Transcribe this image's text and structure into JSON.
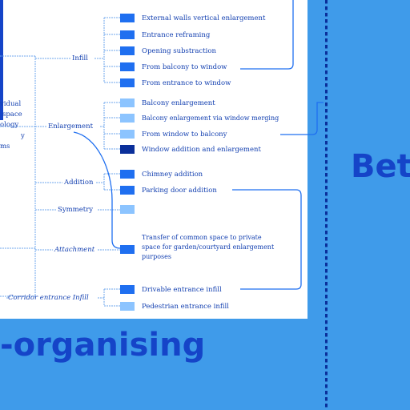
{
  "colors": {
    "background": "#3f9bea",
    "panel": "#ffffff",
    "text": "#123fb0",
    "heading": "#1544c8",
    "dark": "#0a2f9a",
    "mid": "#1f6ff0",
    "light": "#8cc4ff"
  },
  "headings": {
    "bottom_left": "-organising",
    "right": "Bet"
  },
  "left_fragment": [
    "vidual",
    "space",
    "ology",
    "y",
    "ms"
  ],
  "categories": {
    "infill": "Infill",
    "enlargement": "Enlargement",
    "addition": "Addition",
    "symmetry": "Symmetry",
    "attachment": "Attachment",
    "corridor_infill": "Corridor entrance Infill"
  },
  "items": {
    "exterior_walls": "External walls vertical enlargement",
    "entrance_reframing": "Entrance reframing",
    "opening_substraction": "Opening substraction",
    "balcony_to_window": "From balcony to window",
    "entrance_to_window": "From entrance to window",
    "balcony_enlargement": "Balcony enlargement",
    "balcony_via_window": "Balcony enlargement via window merging",
    "window_to_balcony": "From window to balcony",
    "window_addition": "Window addition and enlargement",
    "chimney_addition": "Chimney addition",
    "parking_door": "Parking door addition",
    "transfer_common": [
      "Transfer of common space to private",
      "space for garden/courtyard enlargement",
      "purposes"
    ],
    "drivable_infill": "Drivable entrance infill",
    "pedestrian_infill": "Pedestrian entrance infill"
  }
}
